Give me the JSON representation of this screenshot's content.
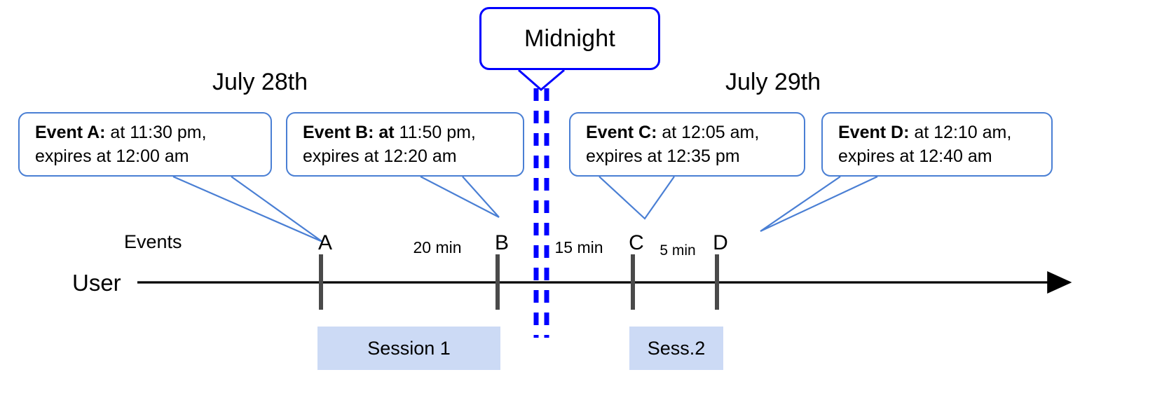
{
  "diagram": {
    "title_callout": {
      "label": "Midnight",
      "border_color": "#0000ff"
    },
    "date_headings": [
      {
        "label": "July 28th"
      },
      {
        "label": "July 29th"
      }
    ],
    "event_callouts": [
      {
        "id": "A",
        "title": "Event A:",
        "title_extra": "",
        "line1_rest": " at 11:30 pm,",
        "line2": "expires at 12:00 am"
      },
      {
        "id": "B",
        "title": "Event B: at",
        "title_extra": "",
        "line1_rest": " 11:50 pm,",
        "line2": "expires at 12:20 am"
      },
      {
        "id": "C",
        "title": "Event C:",
        "title_extra": "",
        "line1_rest": " at 12:05 am,",
        "line2": "expires at 12:35 pm"
      },
      {
        "id": "D",
        "title": "Event D:",
        "title_extra": "",
        "line1_rest": "  at 12:10 am,",
        "line2": "expires at 12:40 am"
      }
    ],
    "axis": {
      "row_label": "User",
      "events_label": "Events",
      "line_color": "#000000",
      "tick_color": "#4a4a4a"
    },
    "ticks": [
      {
        "letter": "A"
      },
      {
        "letter": "B"
      },
      {
        "letter": "C"
      },
      {
        "letter": "D"
      }
    ],
    "intervals": [
      {
        "label": "20 min"
      },
      {
        "label": "15 min"
      },
      {
        "label": "5 min"
      }
    ],
    "sessions": [
      {
        "label": "Session 1",
        "fill": "#ccdaf5"
      },
      {
        "label": "Sess.2",
        "fill": "#ccdaf5"
      }
    ],
    "midnight_line": {
      "name": "midnight-divider",
      "color": "#0000ff"
    }
  }
}
